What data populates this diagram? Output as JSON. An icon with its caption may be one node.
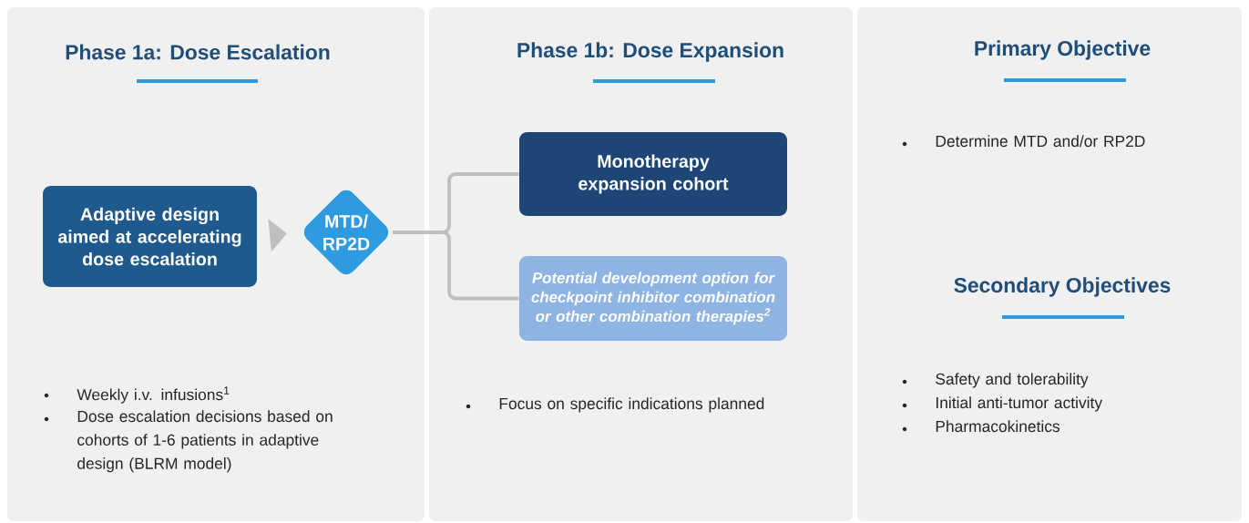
{
  "diagram": {
    "nodes": [
      {
        "text": [
          "Phase 1a: Dose Escalation",
          "Weekly i.v. infusions$^{1}$",
          "Dose escalation decisions based on cohorts of 1-6 patients in adaptive design (BLRM model)"
        ]
      },
      {
        "text": [
          "Adaptive design aimed at accelerating dose escalation"
        ],
        "in": 0
      },
      {
        "text": [
          "MTD/ RP2D"
        ],
        "in": 0
      },
      {
        "text": [
          "Phase 1b: Dose Expansion",
          "Focus on specific indications planned"
        ]
      },
      {
        "text": [
          "Monotherapy expansion cohort"
        ],
        "in": 3
      },
      {
        "text": [
          "Potential development option for checkpoint inhibitor combination or other combination therapies$^{2}$"
        ],
        "in": 3
      },
      {
        "text": [
          "Primary Objective",
          "Determine MTD and/or RP2D",
          "Secondary Objectives",
          "Safety and tolerability",
          "Initial anti-tumor activity",
          "Pharmacokinetics"
        ]
      }
    ],
    "edges": [
      {
        "from": 1,
        "to": 2,
        "arrow": "to"
      },
      {
        "from": 2,
        "to": 4,
        "arrow": "none"
      },
      {
        "from": 2,
        "to": 5,
        "arrow": "none"
      }
    ]
  }
}
